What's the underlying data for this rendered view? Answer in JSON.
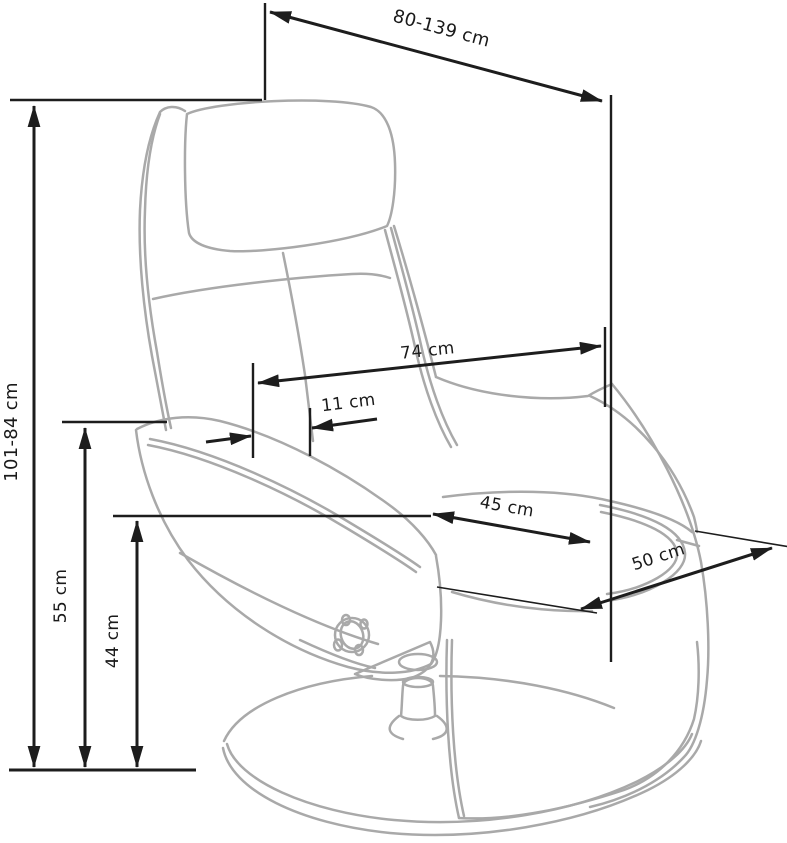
{
  "diagram": {
    "subject": "recliner-armchair-dimension-drawing",
    "unit": "cm",
    "colors": {
      "background": "#ffffff",
      "dimension_lines": "#1d1d1d",
      "chair_outline": "#a9a9a9"
    },
    "dims": {
      "recline_depth": {
        "label": "80-139 cm"
      },
      "total_height": {
        "label": "101-84 cm"
      },
      "total_width": {
        "label": "74 cm"
      },
      "armrest_thickness": {
        "label": "11 cm"
      },
      "seat_width": {
        "label": "45 cm"
      },
      "seat_depth": {
        "label": "50 cm"
      },
      "armrest_height": {
        "label": "55 cm"
      },
      "seat_height": {
        "label": "44 cm"
      }
    }
  }
}
